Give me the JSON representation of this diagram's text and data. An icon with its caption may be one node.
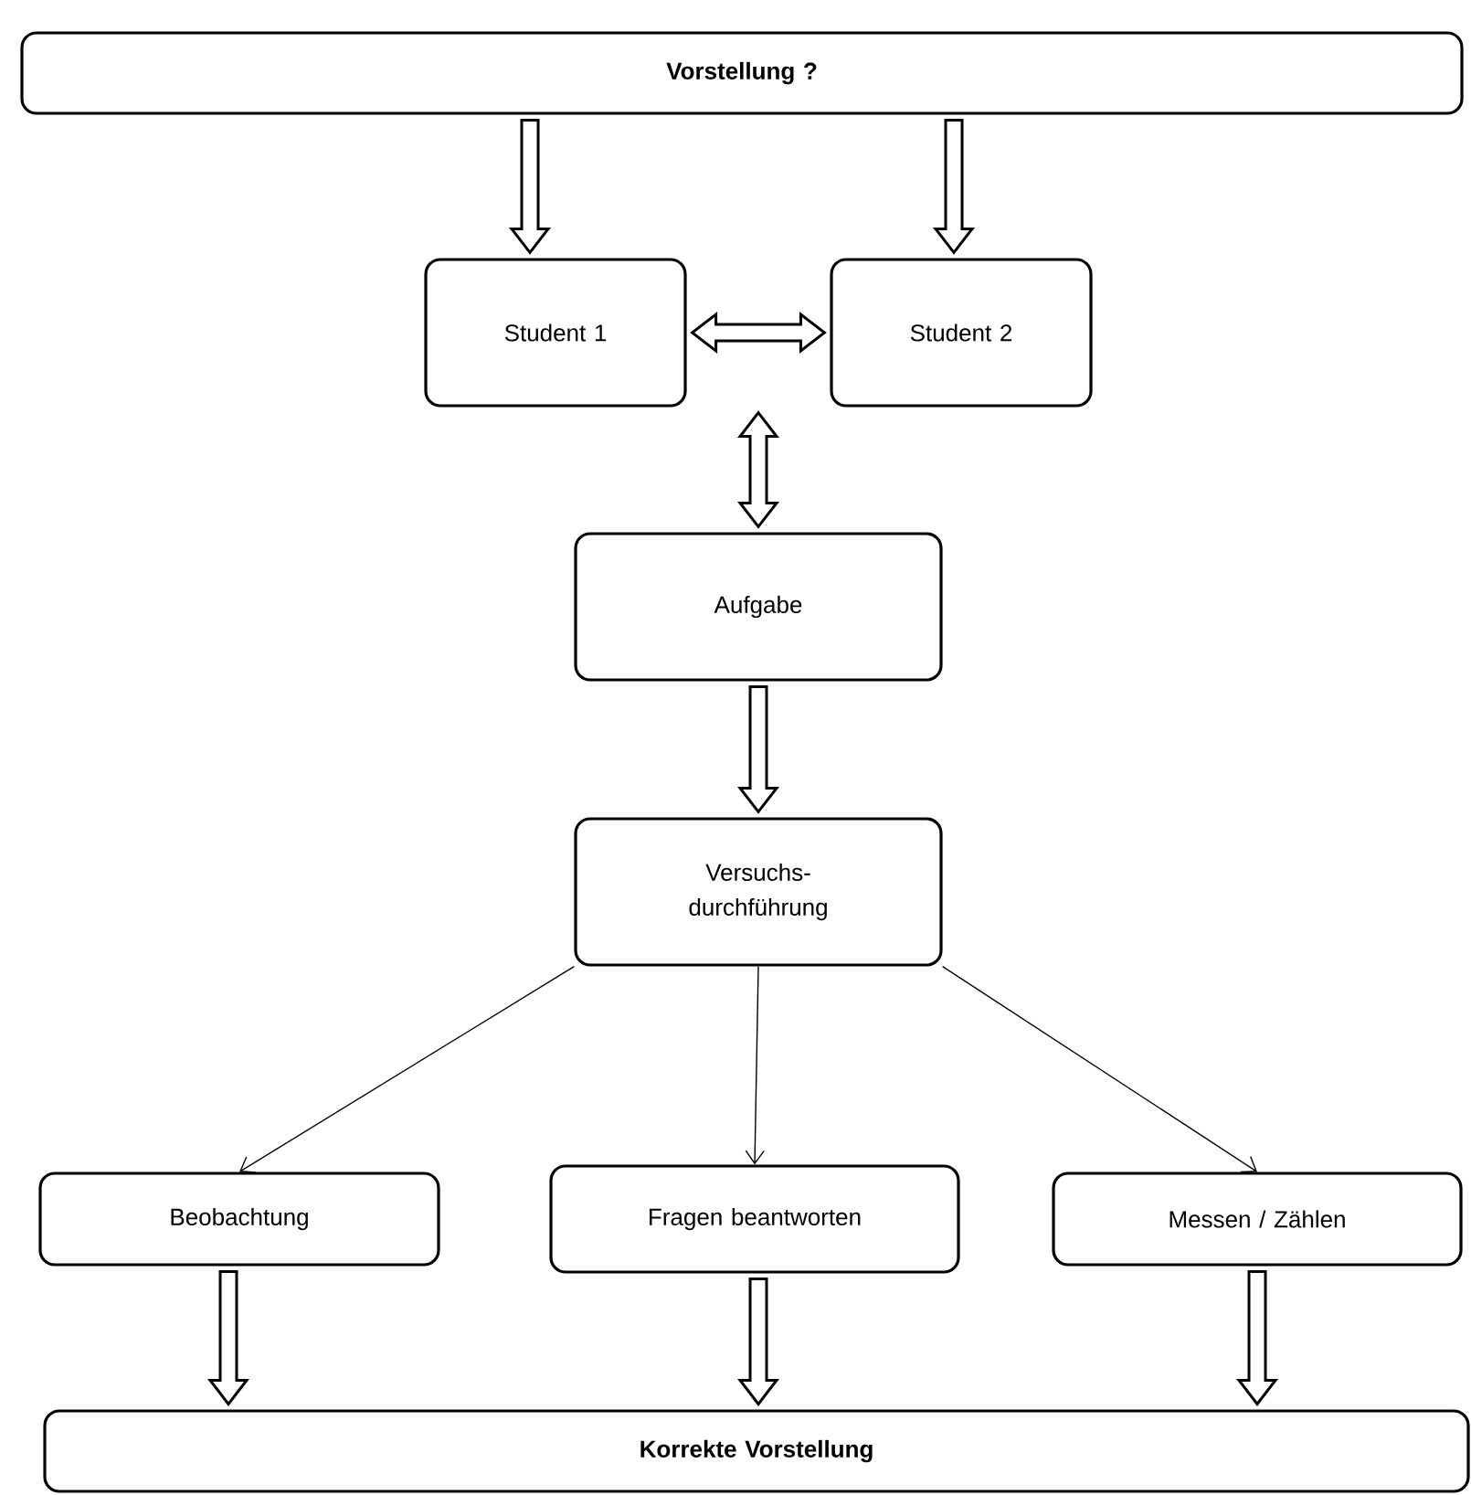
{
  "diagram": {
    "nodes": [
      {
        "text": [
          "Vorstellung ?"
        ]
      },
      {
        "text": [
          "Student 1"
        ]
      },
      {
        "text": [
          "Student 2"
        ]
      },
      {
        "text": [
          "Aufgabe"
        ]
      },
      {
        "text": [
          "Versuchs- durchführung"
        ]
      },
      {
        "text": [
          "Beobachtung"
        ]
      },
      {
        "text": [
          "Fragen beantworten"
        ]
      },
      {
        "text": [
          "Messen / Zählen"
        ]
      },
      {
        "text": [
          "Korrekte Vorstellung"
        ]
      }
    ],
    "edges": [
      {
        "from": 0,
        "to": 1,
        "arrow": "to",
        "style": "thick"
      },
      {
        "from": 0,
        "to": 2,
        "arrow": "to",
        "style": "thick"
      },
      {
        "from": 1,
        "to": 2,
        "arrow": "both",
        "style": "thick"
      },
      {
        "from": 1,
        "to": 3,
        "arrow": "both",
        "style": "thick"
      },
      {
        "from": 3,
        "to": 4,
        "arrow": "to",
        "style": "thick"
      },
      {
        "from": 4,
        "to": 5,
        "arrow": "to"
      },
      {
        "from": 4,
        "to": 6,
        "arrow": "to"
      },
      {
        "from": 4,
        "to": 7,
        "arrow": "to"
      },
      {
        "from": 5,
        "to": 8,
        "arrow": "to",
        "style": "thick"
      },
      {
        "from": 6,
        "to": 8,
        "arrow": "to",
        "style": "thick"
      },
      {
        "from": 7,
        "to": 8,
        "arrow": "to",
        "style": "thick"
      }
    ]
  }
}
